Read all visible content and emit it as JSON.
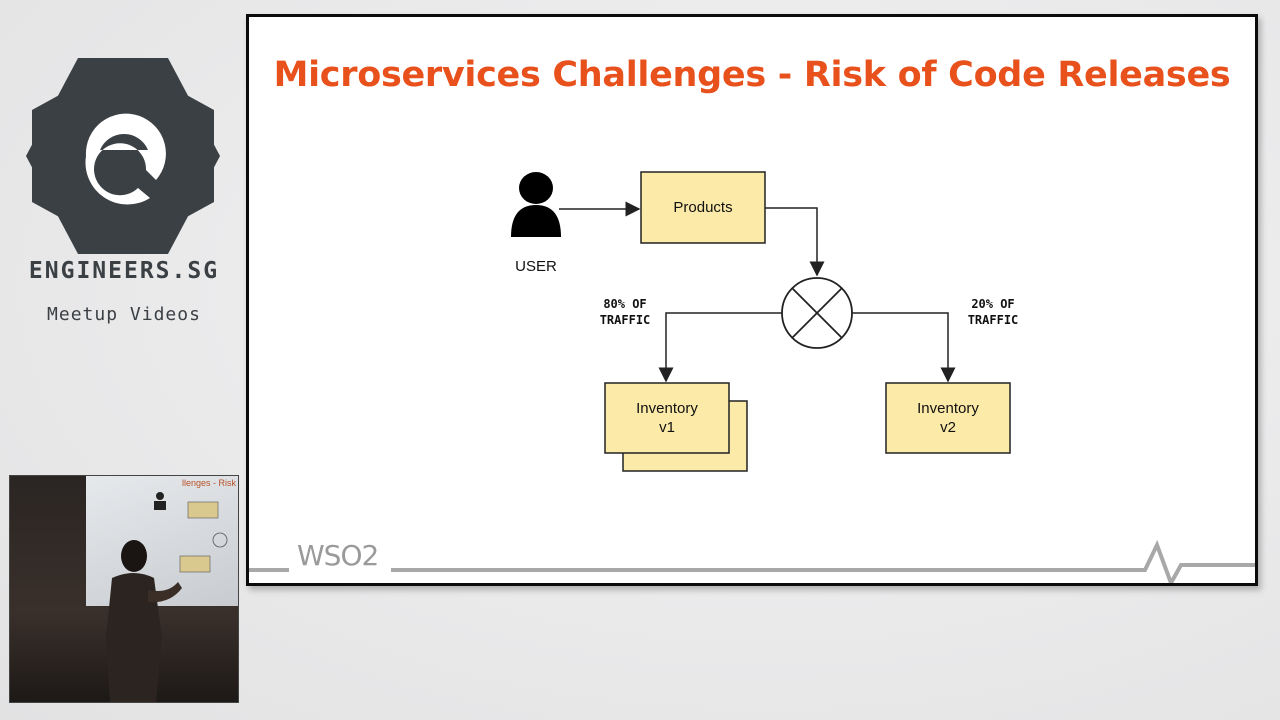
{
  "brand": {
    "name": "ENGINEERS.SG",
    "subtitle": "Meetup Videos",
    "logo_letter": "e",
    "logo_icon": "hexagon-e-logo-icon"
  },
  "slide": {
    "title": "Microservices Challenges - Risk of Code Releases",
    "footer_logo": "WSO2",
    "footer_icon": "pulse-line-icon"
  },
  "diagram": {
    "user": {
      "label": "USER",
      "icon": "user-silhouette-icon"
    },
    "products": {
      "label": "Products"
    },
    "router": {
      "icon": "x-circle-router-icon"
    },
    "left_note": {
      "line1": "80% OF",
      "line2": "TRAFFIC"
    },
    "right_note": {
      "line1": "20% OF",
      "line2": "TRAFFIC"
    },
    "inventory_v1": {
      "line1": "Inventory",
      "line2": "v1"
    },
    "inventory_v2": {
      "line1": "Inventory",
      "line2": "v2"
    },
    "colors": {
      "box_fill": "#fbeaa8",
      "stroke": "#222222"
    }
  },
  "inset": {
    "description_icon": "speaker-video-thumbnail",
    "screen_text": "llenges - Risk of"
  },
  "colors": {
    "title": "#e8501c",
    "brand_text": "#3b4045",
    "logo_hex": "#3b4045"
  }
}
